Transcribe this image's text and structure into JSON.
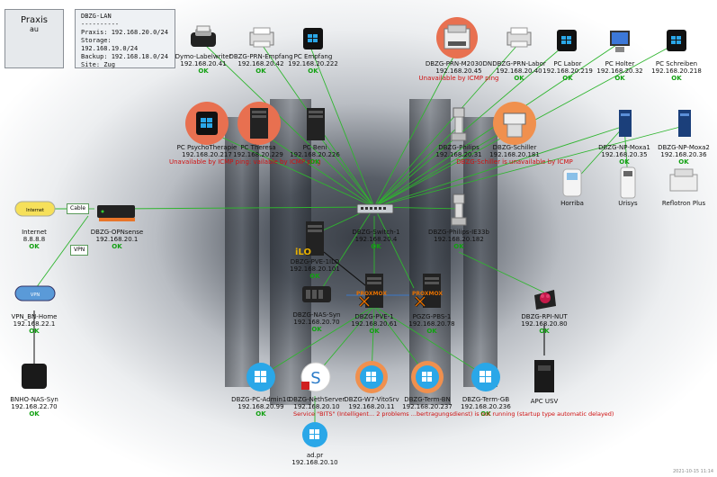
{
  "praxis_box": {
    "line1": "Praxis",
    "line2": "au"
  },
  "info_box": {
    "title": "DBZG-LAN",
    "sep": "----------",
    "praxis": "Praxis: 192.168.20.0/24",
    "storage": "Storage: 192.168.19.0/24",
    "backup": "Backup: 192.168.18.0/24",
    "site": "Site: Zug"
  },
  "ok_label": "OK",
  "cable_label": "Cable",
  "vpn_label": "VPN",
  "internet_badge": "Internet",
  "vpn_badge": "VPN",
  "proxmox_badge": "PROXMOX",
  "nodes": {
    "dymo": {
      "name": "Dymo-Labelwriter",
      "ip": "192.168.20.41"
    },
    "prn_empfang": {
      "name": "DBZG-PRN-Empfang",
      "ip": "192.168.20.42"
    },
    "pc_empfang": {
      "name": "PC Empfang",
      "ip": "192.168.20.222"
    },
    "prn_m2030": {
      "name": "DBZG-PRN-M2030DN",
      "ip": "192.168.20.45",
      "status": "Unavailable by ICMP ping"
    },
    "prn_labor": {
      "name": "DBZG-PRN-Labor",
      "ip": "192.168.20.40"
    },
    "pc_labor": {
      "name": "PC Labor",
      "ip": "192.168.20.219"
    },
    "pc_holter": {
      "name": "PC Holter",
      "ip": "192.168.20.32"
    },
    "pc_schreiben": {
      "name": "PC Schreiben",
      "ip": "192.168.20.218"
    },
    "pc_psycho": {
      "name": "PC PsychoTherapie",
      "ip": "192.168.20.217"
    },
    "pc_theresa": {
      "name": "PC Theresa",
      "ip": "192.168.20.229"
    },
    "pc_beni": {
      "name": "PC Beni",
      "ip": "192.168.20.226"
    },
    "psycho_theresa_status": "Unavailable by ICMP ping: vailable by ICMP ping",
    "philips": {
      "name": "DBZG-Philips",
      "ip": "192.168.20.31"
    },
    "schiller": {
      "name": "DBZG-Schiller",
      "ip": "192.168.20.181",
      "status": "DBZG-Schiller is unavailable by ICMP"
    },
    "moxa1": {
      "name": "DBZG-NP-Moxa1",
      "ip": "192.168.20.35"
    },
    "moxa2": {
      "name": "DBZG-NP-Moxa2",
      "ip": "192.168.20.36"
    },
    "horriba": {
      "name": "Horriba"
    },
    "urisys": {
      "name": "Urisys"
    },
    "reflotron": {
      "name": "Reflotron Plus"
    },
    "internet": {
      "name": "Internet",
      "ip": "8.8.8.8"
    },
    "opnsense": {
      "name": "DBZG-OPNsense",
      "ip": "192.168.20.1"
    },
    "switch": {
      "name": "DBZG-Switch-1",
      "ip": "192.168.20.4"
    },
    "ie33b": {
      "name": "DBZG-Philips-IE33b",
      "ip": "192.168.20.182"
    },
    "pve_ilo": {
      "name": "DBZG-PVE-1ILO",
      "ip": "192.168.20.101"
    },
    "nas_syn": {
      "name": "DBZG-NAS-Syn",
      "ip": "192.168.20.70"
    },
    "pve1": {
      "name": "DBZG-PVE-1",
      "ip": "192.168.20.61"
    },
    "pbs": {
      "name": "PGZG-PBS-1",
      "ip": "192.168.20.78"
    },
    "rpi_nut": {
      "name": "DBZG-RPI-NUT",
      "ip": "192.168.20.80"
    },
    "vpn_home": {
      "name": "VPN_BN-Home",
      "ip": "192.168.22.1"
    },
    "bnho_nas": {
      "name": "BNHO-NAS-Syn",
      "ip": "192.168.22.70"
    },
    "pc_admin": {
      "name": "DBZG-PC-Admin10",
      "ip": "192.168.20.99"
    },
    "nethserver": {
      "name": "DBZG-NethServer",
      "ip": "192.168.20.10"
    },
    "w7": {
      "name": "DBZG-W7-VitoSrv",
      "ip": "192.168.20.11"
    },
    "term_bn": {
      "name": "DBZG-Term-BN",
      "ip": "192.168.20.237"
    },
    "term_gb": {
      "name": "DBZG-Term-GB",
      "ip": "192.168.20.236"
    },
    "apc": {
      "name": "APC USV"
    },
    "adpr": {
      "name": "ad.pr",
      "ip": "192.168.20.10"
    }
  },
  "service_problem": "Service \"BITS\" (Intelligent... 2 problems ...bertragungsdienst) is not running (startup type automatic delayed)",
  "timestamp": "2021-10-15 11:14"
}
